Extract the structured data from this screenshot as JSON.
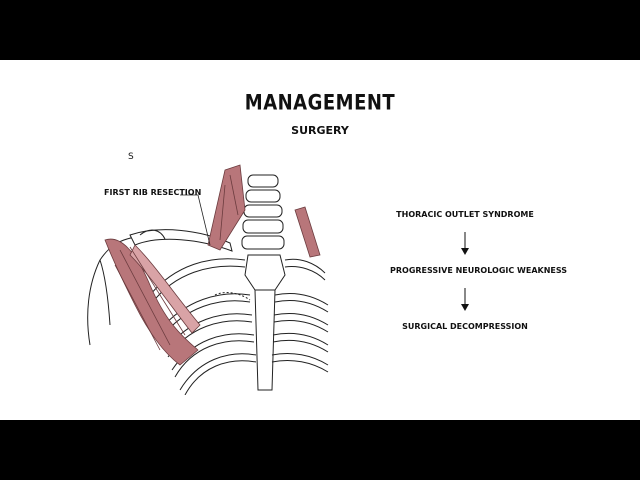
{
  "slide": {
    "title": "MANAGEMENT",
    "subtitle": "SURGERY",
    "stray_mark": "S"
  },
  "illustration": {
    "callout_label": "FIRST RIB RESECTION",
    "muscle_color": "#b8767a",
    "muscle_light_color": "#d9a3a6"
  },
  "flowchart": {
    "steps": [
      "THORACIC OUTLET SYNDROME",
      "PROGRESSIVE NEUROLOGIC WEAKNESS",
      "SURGICAL DECOMPRESSION"
    ]
  }
}
